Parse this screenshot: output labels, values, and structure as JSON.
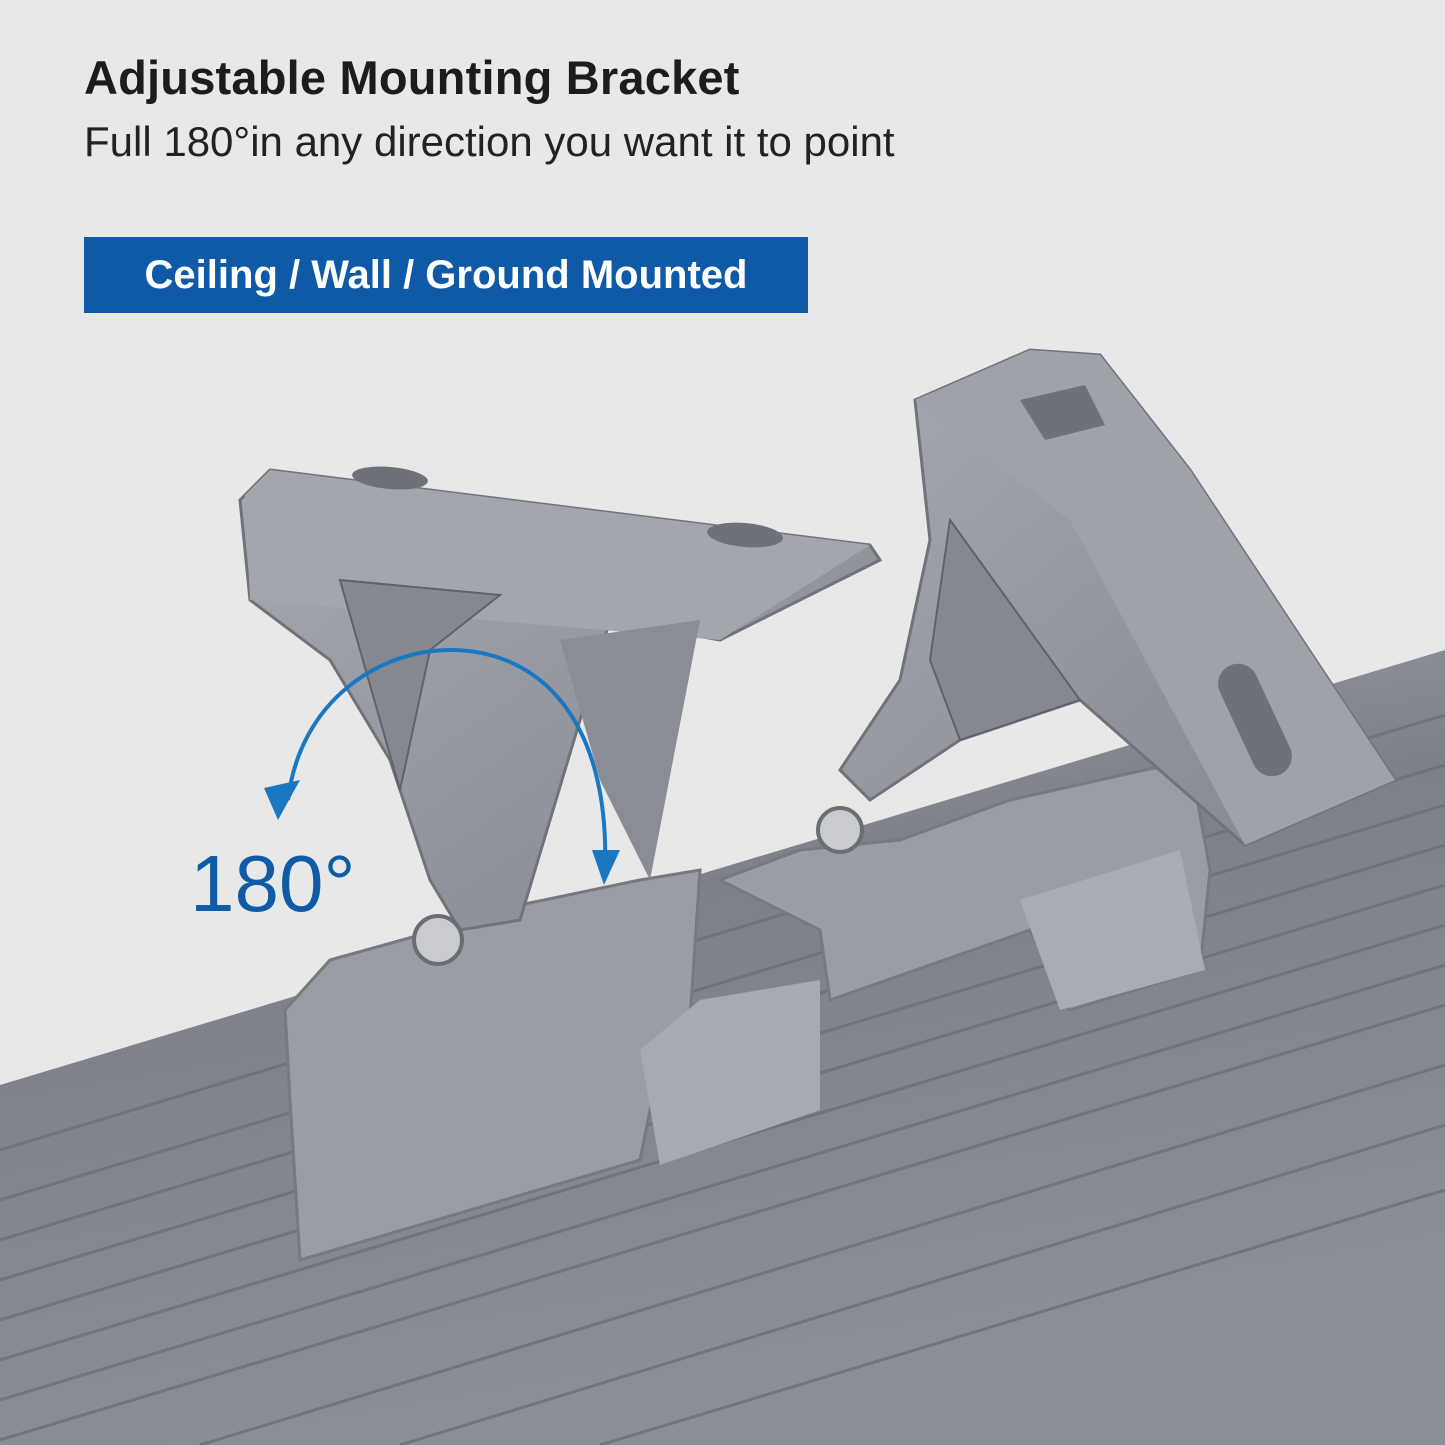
{
  "header": {
    "title": "Adjustable Mounting Bracket",
    "subtitle": "Full 180°in any direction you want it to point"
  },
  "badge": {
    "label": "Ceiling / Wall / Ground Mounted",
    "color": "#0e5aa7"
  },
  "rotation_annotation": {
    "label": "180°",
    "color": "#1a78c2",
    "icon": "double-arrow-arc-icon"
  },
  "colors": {
    "background": "#e8e8e8",
    "metal": "#8d9099"
  }
}
